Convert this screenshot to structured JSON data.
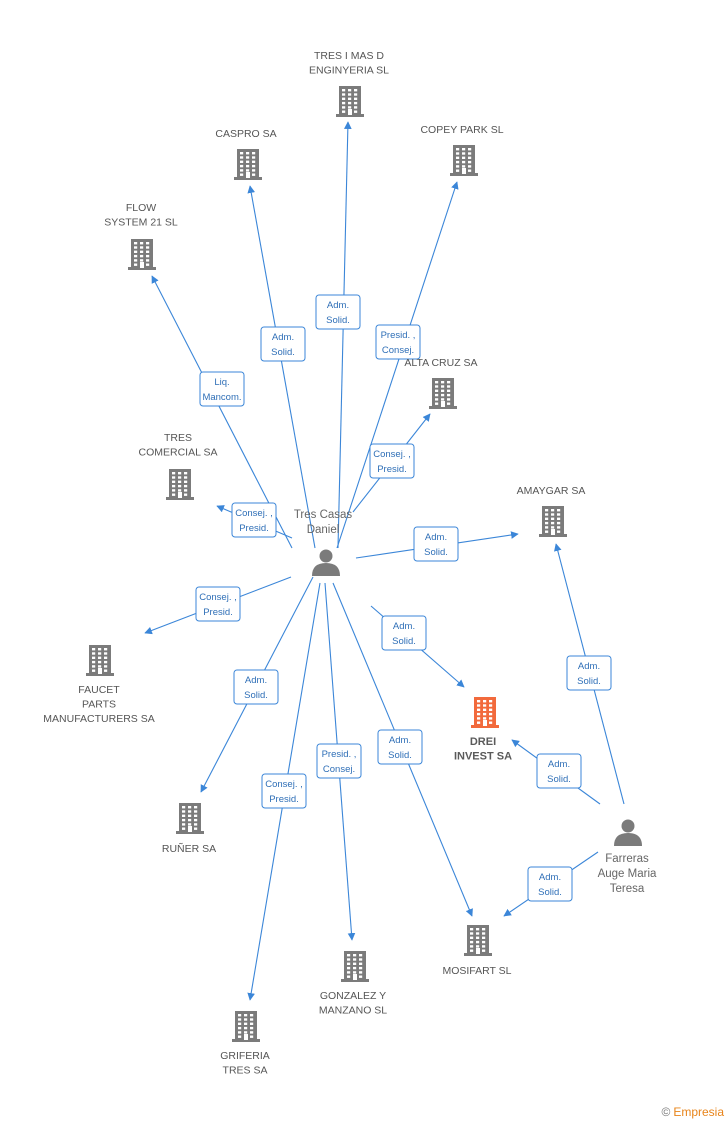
{
  "colors": {
    "edge": "#3b86d8",
    "building": "#7b7b7b",
    "building_main": "#f26a3c",
    "person": "#7b7b7b"
  },
  "people": [
    {
      "id": "p1",
      "label": [
        "Tres Casas",
        "Daniel"
      ]
    },
    {
      "id": "p2",
      "label": [
        "Farreras",
        "Auge Maria",
        "Teresa"
      ]
    }
  ],
  "companies": [
    {
      "id": "c_tresimas",
      "label": [
        "TRES I MAS D",
        "ENGINYERIA SL"
      ]
    },
    {
      "id": "c_caspro",
      "label": [
        "CASPRO SA"
      ]
    },
    {
      "id": "c_copey",
      "label": [
        "COPEY PARK SL"
      ]
    },
    {
      "id": "c_flow",
      "label": [
        "FLOW",
        "SYSTEM 21 SL"
      ]
    },
    {
      "id": "c_altacruz",
      "label": [
        "ALTA CRUZ SA"
      ]
    },
    {
      "id": "c_trescom",
      "label": [
        "TRES",
        "COMERCIAL SA"
      ]
    },
    {
      "id": "c_amaygar",
      "label": [
        "AMAYGAR SA"
      ]
    },
    {
      "id": "c_faucet",
      "label": [
        "FAUCET",
        "PARTS",
        "MANUFACTURERS SA"
      ]
    },
    {
      "id": "c_drei",
      "label": [
        "DREI",
        "INVEST SA"
      ],
      "main": true
    },
    {
      "id": "c_runer",
      "label": [
        "RUÑER SA"
      ]
    },
    {
      "id": "c_mosifart",
      "label": [
        "MOSIFART SL"
      ]
    },
    {
      "id": "c_gonzalez",
      "label": [
        "GONZALEZ Y",
        "MANZANO SL"
      ]
    },
    {
      "id": "c_griferia",
      "label": [
        "GRIFERIA",
        "TRES SA"
      ]
    }
  ],
  "edges": [
    {
      "from": "p1",
      "to": "c_tresimas",
      "label": [
        "Adm.",
        "Solid."
      ]
    },
    {
      "from": "p1",
      "to": "c_caspro",
      "label": [
        "Adm.",
        "Solid."
      ]
    },
    {
      "from": "p1",
      "to": "c_copey",
      "label": [
        "Presid. ,",
        "Consej."
      ]
    },
    {
      "from": "p1",
      "to": "c_flow",
      "label": [
        "Liq.",
        "Mancom."
      ]
    },
    {
      "from": "p1",
      "to": "c_altacruz",
      "label": [
        "Consej. ,",
        "Presid."
      ]
    },
    {
      "from": "p1",
      "to": "c_trescom",
      "label": [
        "Consej. ,",
        "Presid."
      ]
    },
    {
      "from": "p1",
      "to": "c_amaygar",
      "label": [
        "Adm.",
        "Solid."
      ]
    },
    {
      "from": "p1",
      "to": "c_faucet",
      "label": [
        "Consej. ,",
        "Presid."
      ]
    },
    {
      "from": "p1",
      "to": "c_drei",
      "label": [
        "Adm.",
        "Solid."
      ]
    },
    {
      "from": "p1",
      "to": "c_runer",
      "label": [
        "Adm.",
        "Solid."
      ]
    },
    {
      "from": "p1",
      "to": "c_mosifart",
      "label": [
        "Adm.",
        "Solid."
      ]
    },
    {
      "from": "p1",
      "to": "c_gonzalez",
      "label": [
        "Presid. ,",
        "Consej."
      ]
    },
    {
      "from": "p1",
      "to": "c_griferia",
      "label": [
        "Consej. ,",
        "Presid."
      ]
    },
    {
      "from": "p2",
      "to": "c_amaygar",
      "label": [
        "Adm.",
        "Solid."
      ]
    },
    {
      "from": "p2",
      "to": "c_drei",
      "label": [
        "Adm.",
        "Solid."
      ]
    },
    {
      "from": "p2",
      "to": "c_mosifart",
      "label": [
        "Adm.",
        "Solid."
      ]
    }
  ],
  "footer": {
    "copyright": "©",
    "brand": "Empresia"
  }
}
